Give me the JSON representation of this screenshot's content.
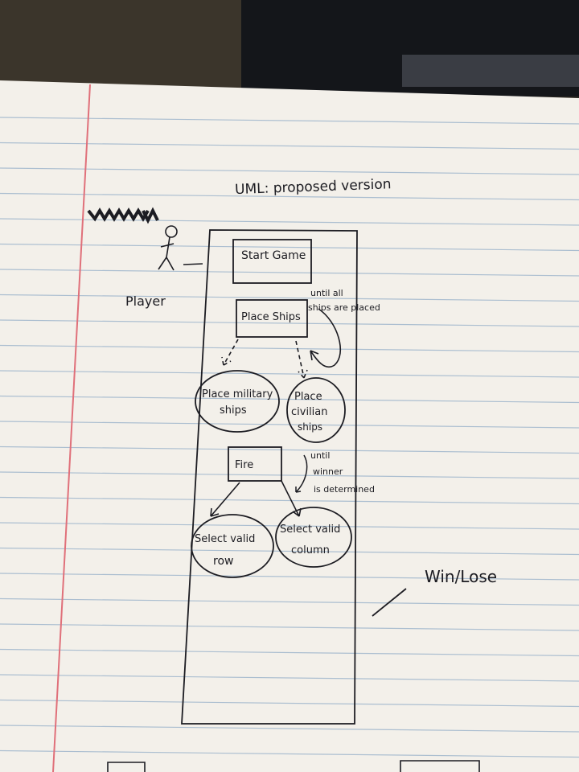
{
  "title": "UML: proposed version",
  "actor": {
    "label": "Player"
  },
  "boxes": {
    "start_game": "Start Game",
    "place_ships": "Place Ships",
    "fire": "Fire"
  },
  "ellipses": {
    "military": [
      "Place military",
      "ships"
    ],
    "civilian": [
      "Place",
      "civilian",
      "ships"
    ],
    "row": [
      "Select valid",
      "row"
    ],
    "column": [
      "Select valid",
      "column"
    ]
  },
  "notes": {
    "until_ships": [
      "until all",
      "ships are placed"
    ],
    "until_winner": [
      "until",
      "winner",
      "is determined"
    ]
  },
  "win_lose": "Win/Lose",
  "colors": {
    "paper": "#f3f0ea",
    "rule_line": "#9fb6cc",
    "margin_line": "#e0707a",
    "ink": "#1c1c22",
    "background": "#2a2620"
  }
}
